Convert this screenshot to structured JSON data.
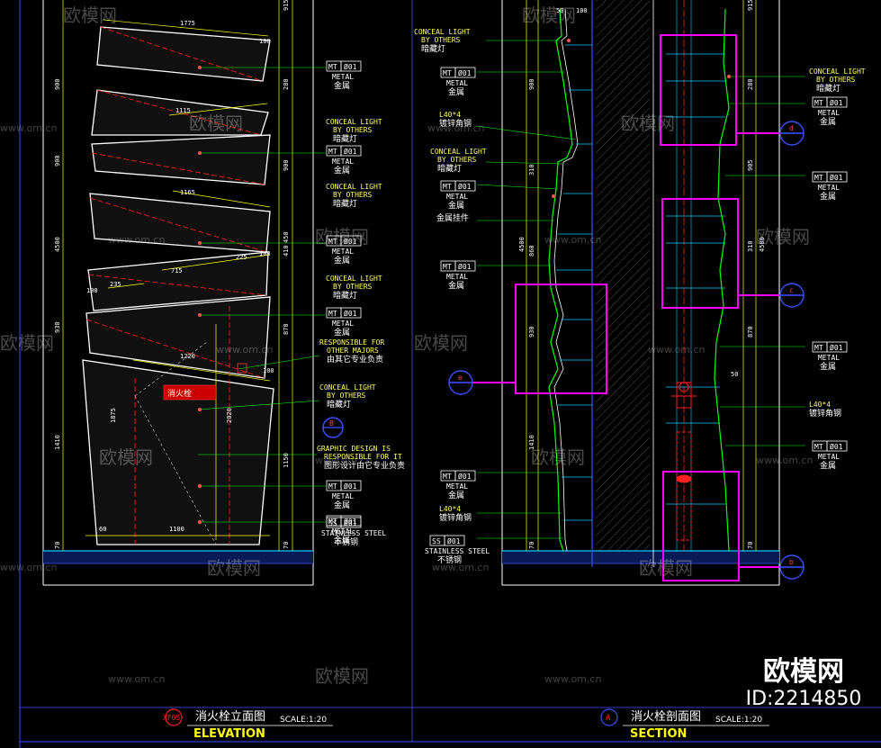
{
  "elevation": {
    "dims_top": [
      "1775",
      "100",
      "1115",
      "1165",
      "715",
      "225",
      "100",
      "235",
      "100",
      "1220",
      "100",
      "1100",
      "60"
    ],
    "dims_left": [
      "900",
      "900",
      "4500",
      "930",
      "1410",
      "70"
    ],
    "dims_mid": [
      "915",
      "280",
      "900",
      "410",
      "450",
      "870",
      "2020",
      "1875",
      "1150",
      "70"
    ],
    "callouts": [
      {
        "en": "CONCEAL LIGHT",
        "en2": "BY OTHERS",
        "cn": "暗藏灯"
      },
      {
        "en": "CONCEAL LIGHT",
        "en2": "BY OTHERS",
        "cn": "暗藏灯"
      },
      {
        "en": "CONCEAL LIGHT",
        "en2": "BY OTHERS",
        "cn": "暗藏灯"
      },
      {
        "en": "RESPONSIBLE FOR",
        "en2": "OTHER MAJORS",
        "cn": "由其它专业负责"
      },
      {
        "en": "CONCEAL LIGHT",
        "en2": "BY OTHERS",
        "cn": "暗藏灯"
      },
      {
        "en": "GRAPHIC DESIGN IS",
        "en2": "RESPONSIBLE FOR IT",
        "cn": "图形设计由它专业负责"
      }
    ],
    "tags": [
      {
        "code": "MT",
        "num": "01",
        "en": "METAL",
        "cn": "金属"
      },
      {
        "code": "MT",
        "num": "01",
        "en": "METAL",
        "cn": "金属"
      },
      {
        "code": "MT",
        "num": "01",
        "en": "METAL",
        "cn": "金属"
      },
      {
        "code": "MT",
        "num": "01",
        "en": "METAL",
        "cn": "金属"
      },
      {
        "code": "MT",
        "num": "01",
        "en": "METAL",
        "cn": "金属"
      },
      {
        "code": "MT",
        "num": "01",
        "en": "METAL",
        "cn": "金属"
      },
      {
        "code": "SS",
        "num": "01",
        "en": "STAINLESS STEEL",
        "cn": "不锈钢"
      }
    ],
    "fire_sign": "消火栓",
    "marker": "B",
    "title_cn": "消火栓立面图",
    "title_en": "ELEVATION",
    "title_badge": "XF05",
    "scale": "SCALE:1:20"
  },
  "section": {
    "dims": [
      "50",
      "100",
      "900",
      "310",
      "4500",
      "860",
      "930",
      "1410",
      "70"
    ],
    "dims_right": [
      "915",
      "280",
      "905",
      "310",
      "4500",
      "870",
      "50",
      "70"
    ],
    "left_labels": [
      {
        "en": "CONCEAL LIGHT",
        "en2": "BY OTHERS",
        "cn": "暗藏灯"
      },
      {
        "code": "MT",
        "num": "01",
        "en": "METAL",
        "cn": "金属"
      },
      {
        "en": "L40*4",
        "cn": "镀锌角钢"
      },
      {
        "en": "CONCEAL LIGHT",
        "en2": "BY OTHERS",
        "cn": "暗藏灯"
      },
      {
        "code": "MT",
        "num": "01",
        "en": "METAL",
        "cn": "金属"
      },
      {
        "cn": "金属挂件"
      },
      {
        "code": "MT",
        "num": "01",
        "en": "METAL",
        "cn": "金属"
      },
      {
        "code": "MT",
        "num": "01",
        "en": "METAL",
        "cn": "金属"
      },
      {
        "en": "L40*4",
        "cn": "镀锌角钢"
      },
      {
        "code": "SS",
        "num": "01",
        "en": "STAINLESS STEEL",
        "cn": "不锈钢"
      }
    ],
    "right_labels": [
      {
        "en": "CONCEAL LIGHT",
        "en2": "BY OTHERS",
        "cn": "暗藏灯"
      },
      {
        "code": "MT",
        "num": "01",
        "en": "METAL",
        "cn": "金属"
      },
      {
        "code": "MT",
        "num": "01",
        "en": "METAL",
        "cn": "金属"
      },
      {
        "code": "MT",
        "num": "01",
        "en": "METAL",
        "cn": "金属"
      },
      {
        "en": "L40*4",
        "cn": "镀锌角钢"
      },
      {
        "code": "MT",
        "num": "01",
        "en": "METAL",
        "cn": "金属"
      }
    ],
    "detail_markers": [
      "d",
      "c",
      "e",
      "b"
    ],
    "title_cn": "消火栓剖面图",
    "title_en": "SECTION",
    "title_badge": "A",
    "scale": "SCALE:1:20"
  },
  "watermark": {
    "brand": "欧模网",
    "url": "www.om.cn",
    "corner_brand": "欧模网",
    "corner_id": "ID:2214850"
  },
  "colors": {
    "background": "#000000",
    "dim_line": "#ffff00",
    "text": "#ffffff",
    "callout_text": "#ffff66",
    "leader": "#00ff00",
    "frame_blue": "#3c50ff",
    "magenta": "#ff00ff",
    "red": "#ff2020",
    "cyan": "#00c8ff"
  }
}
